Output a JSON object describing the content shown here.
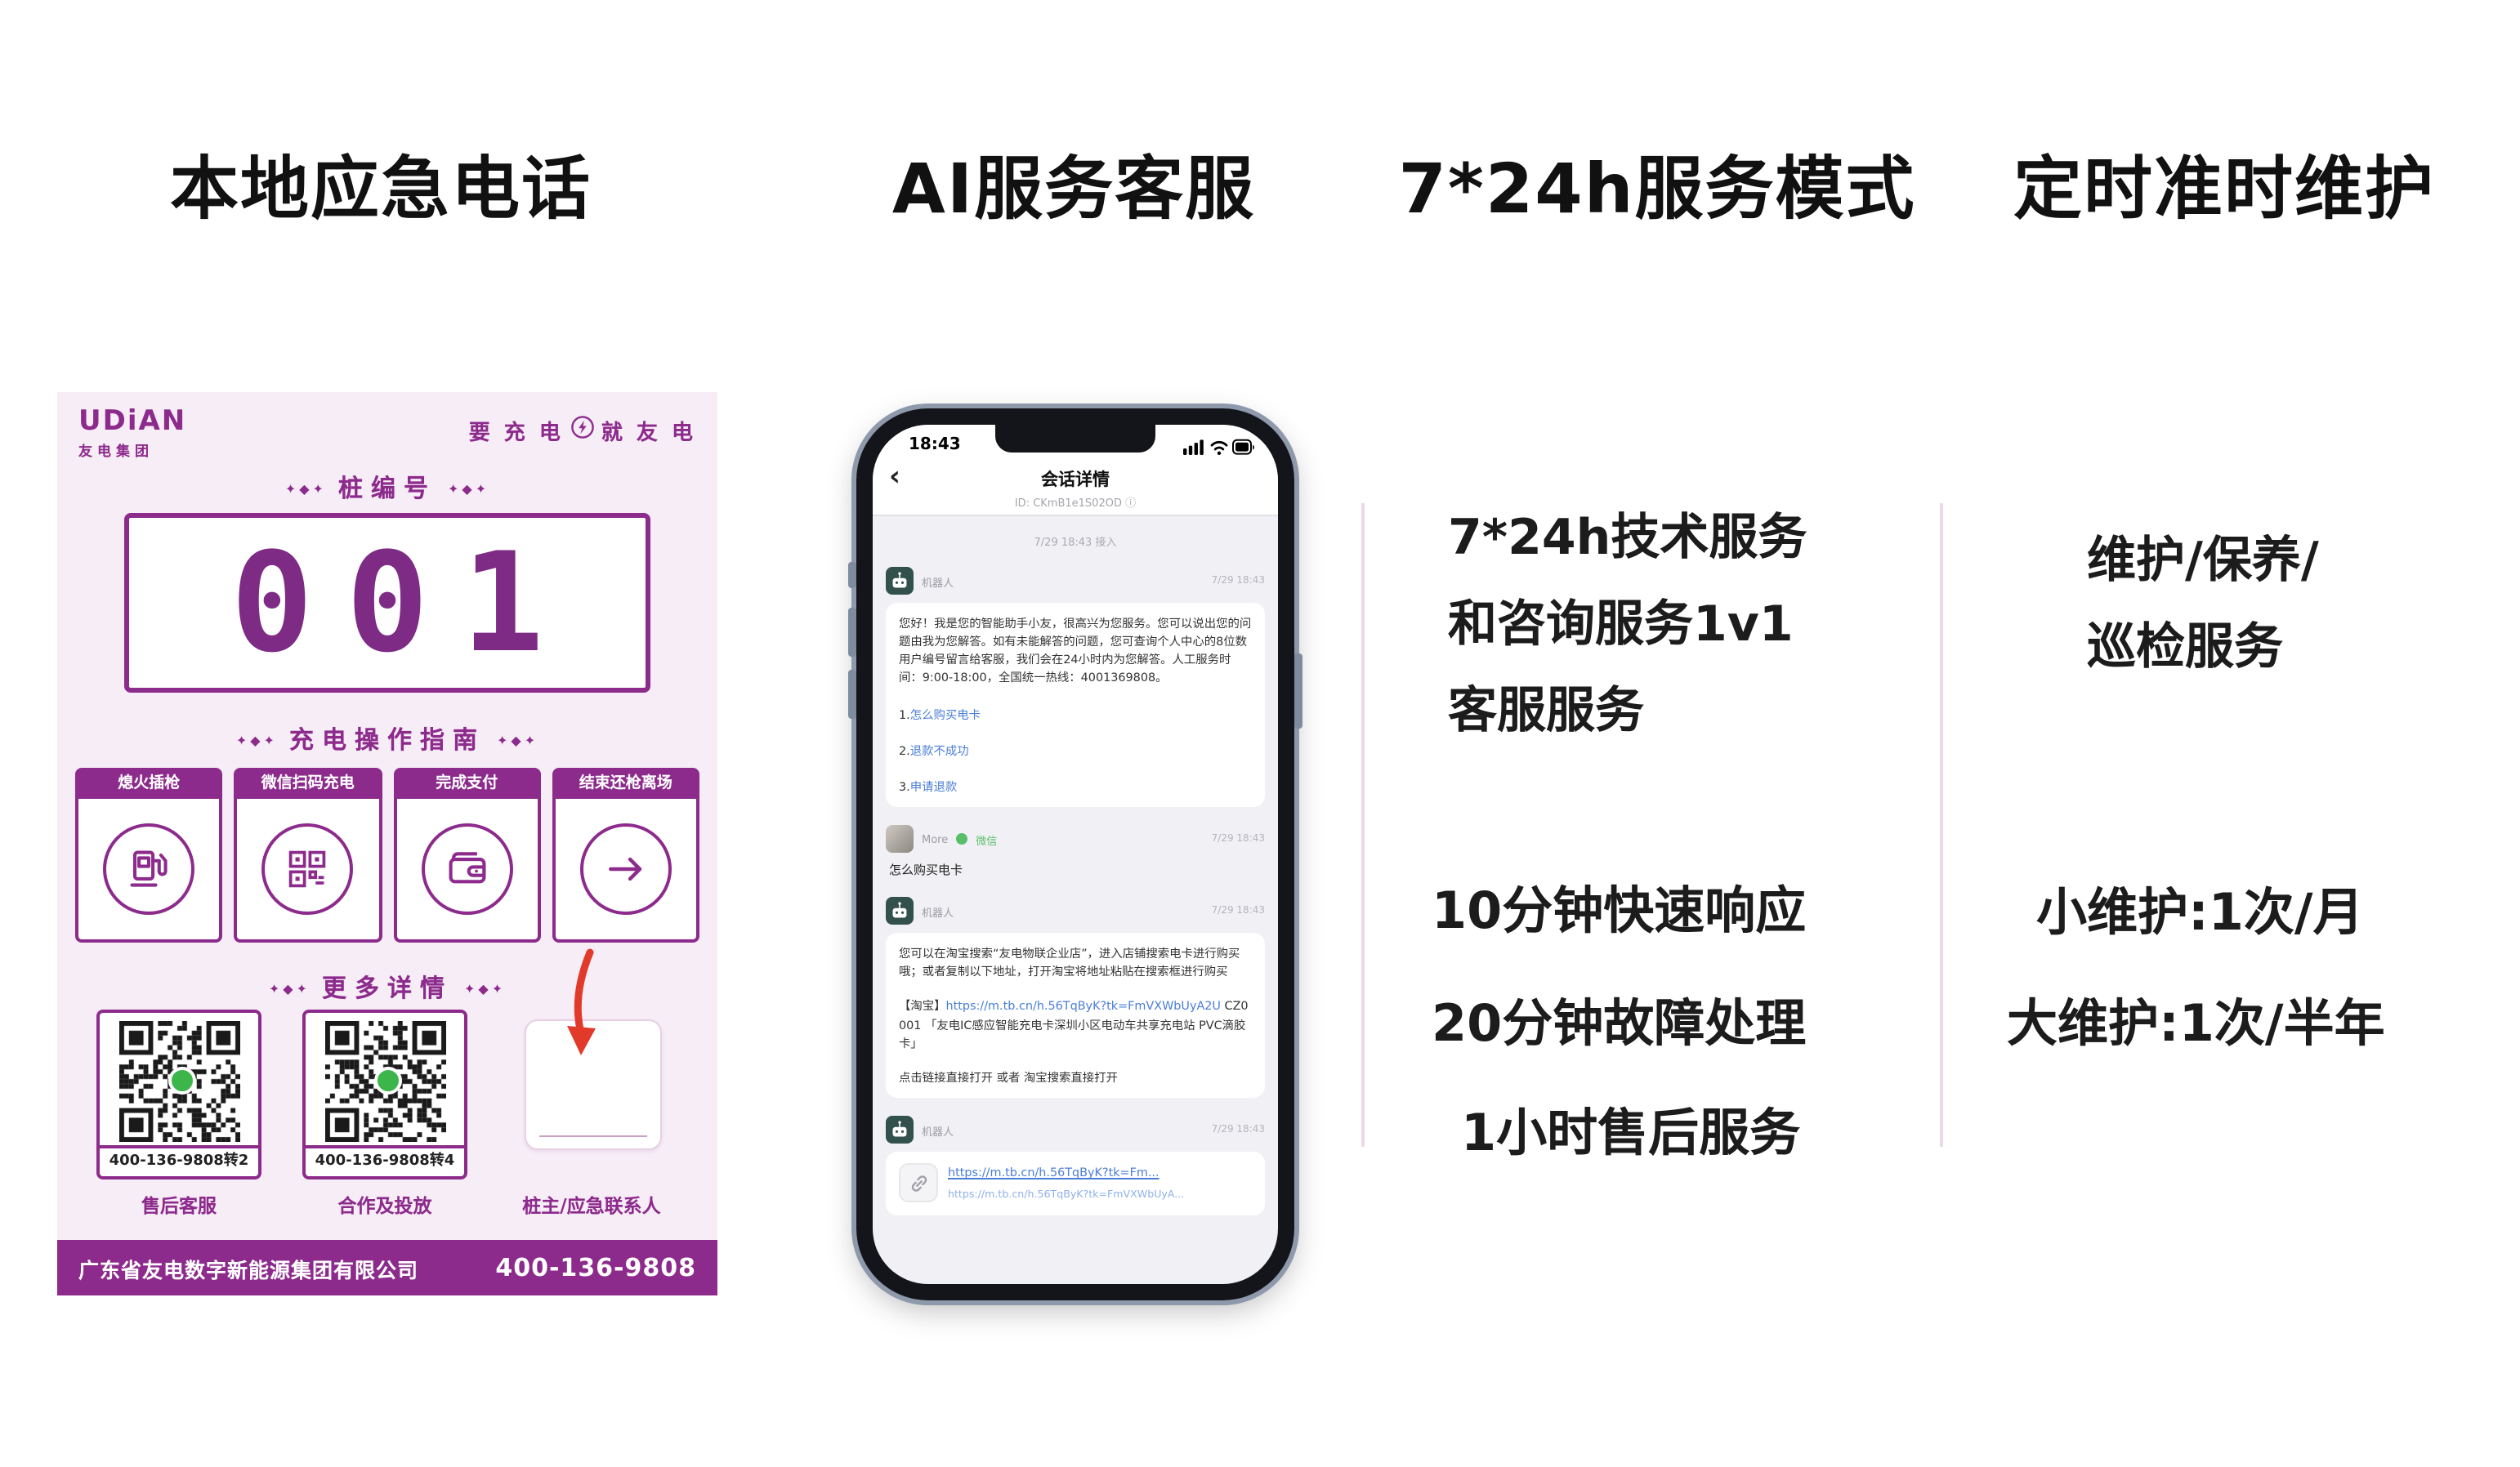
{
  "colors": {
    "brand_purple": "#8D2B8D",
    "poster_bg": "#F7EDF6",
    "link_blue": "#4A7ED6",
    "arrow_red": "#E23A2A",
    "wechat_green": "#58BE6A",
    "qr_logo_green": "#3CB54A"
  },
  "icons": {
    "back": "‹",
    "info": "ⓘ"
  },
  "headers": {
    "h1": "本地应急电话",
    "h2": "AI服务客服",
    "h3": "7*24h服务模式",
    "h4": "定时准时维护"
  },
  "poster": {
    "logo": "UDiAN",
    "logo_sub": "友电集团",
    "tagline_pre": "要 充 电",
    "tagline_post": "就 友 电",
    "ornament": "✦◆✦",
    "pile_section": "桩编号",
    "pile_number": "001",
    "guide_section": "充电操作指南",
    "steps": [
      {
        "label": "熄火插枪"
      },
      {
        "label": "微信扫码充电"
      },
      {
        "label": "完成支付"
      },
      {
        "label": "结束还枪离场"
      }
    ],
    "more_section": "更多详情",
    "qr1_phone": "400-136-9808转2",
    "qr1_label": "售后客服",
    "qr2_phone": "400-136-9808转4",
    "qr2_label": "合作及投放",
    "contact_label": "桩主/应急联系人",
    "footer_company": "广东省友电数字新能源集团有限公司",
    "footer_phone": "400-136-9808"
  },
  "phone": {
    "time": "18:43",
    "title": "会话详情",
    "session_id": "ID: CKmB1e1S02OD",
    "joined": "7/29 18:43 接入",
    "bot_name": "机器人",
    "user_name": "More",
    "user_channel": "微信",
    "msg_time": "7/29 18:43",
    "msg1_text": "您好！我是您的智能助手小友，很高兴为您服务。您可以说出您的问题由我为您解答。如有未能解答的问题，您可查询个人中心的8位数用户编号留言给客服，我们会在24小时内为您解答。人工服务时间：9:00-18:00，全国统一热线：4001369808。",
    "quick_links": [
      {
        "n": "1.",
        "t": "怎么购买电卡"
      },
      {
        "n": "2.",
        "t": "退款不成功"
      },
      {
        "n": "3.",
        "t": "申请退款"
      }
    ],
    "user_msg": "怎么购买电卡",
    "msg2_p1": "您可以在淘宝搜索“友电物联企业店”，进入店铺搜索电卡进行购买哦；或者复制以下地址，打开淘宝将地址粘贴在搜索框进行购买",
    "msg2_taobao": "【淘宝】",
    "msg2_link": "https://m.tb.cn/h.56TqByK?tk=FmVXWbUyA2U",
    "msg2_rest": " CZ0001 「友电IC感应智能充电卡深圳小区电动车共享充电站 PVC滴胶卡」",
    "msg2_p3": "点击链接直接打开 或者 淘宝搜索直接打开",
    "msg3_link": "https://m.tb.cn/h.56TqByK?tk=Fm...",
    "msg3_link2": "https://m.tb.cn/h.56TqByK?tk=FmVXWbUyA..."
  },
  "service": {
    "p1": "7*24h技术服务",
    "p2": "和咨询服务1v1",
    "p3": "客服服务",
    "i1": "10分钟快速响应",
    "i2": "20分钟故障处理",
    "i3": "1小时售后服务"
  },
  "maintenance": {
    "p1": "维护/保养/",
    "p2": "巡检服务",
    "i1": "小维护:1次/月",
    "i2": "大维护:1次/半年"
  }
}
